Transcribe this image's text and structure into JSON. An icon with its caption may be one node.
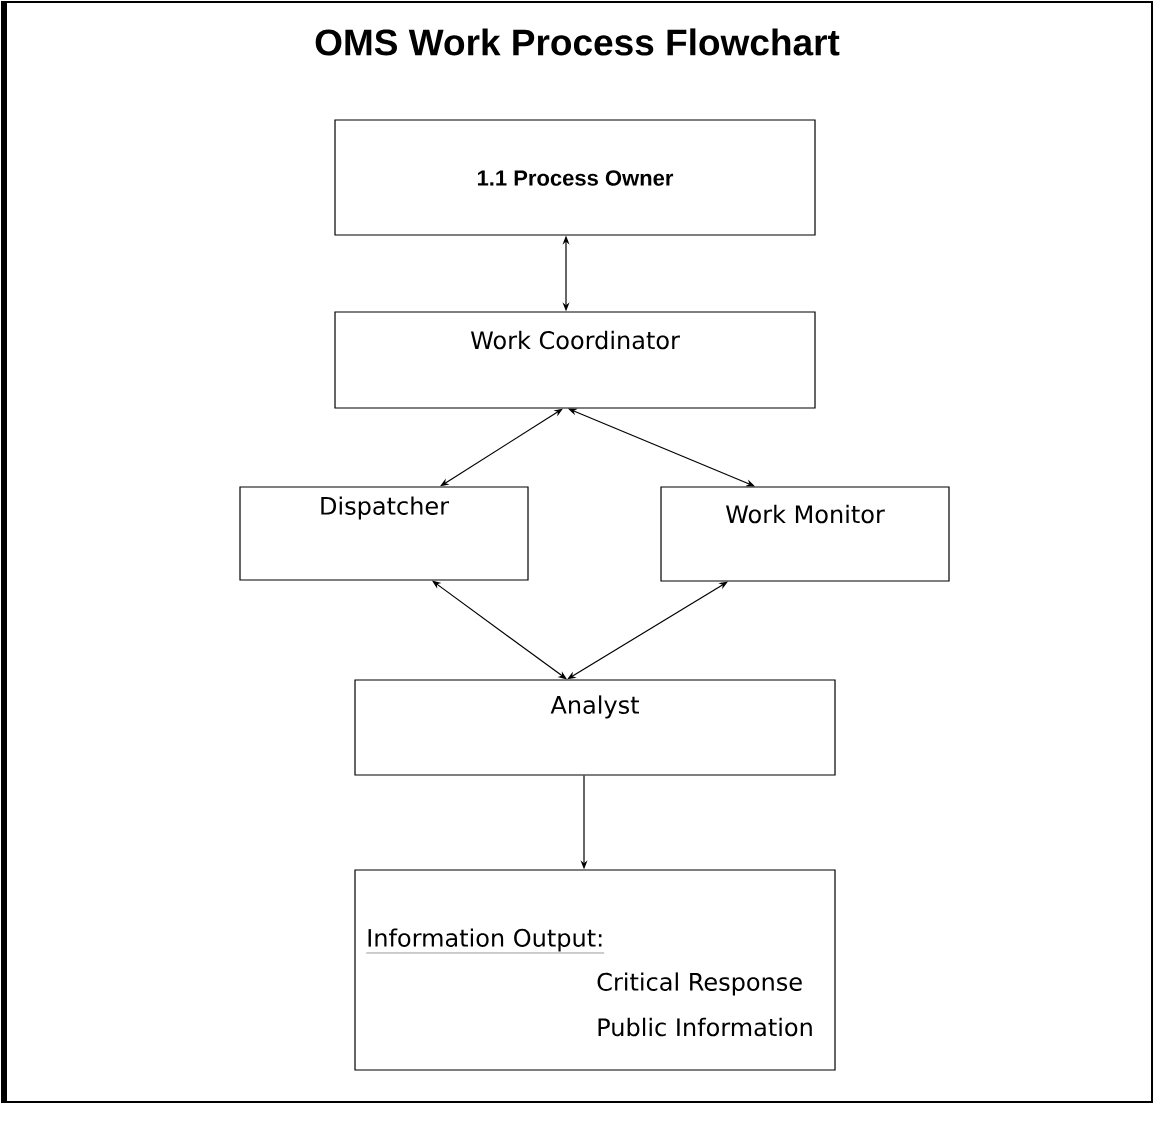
{
  "diagram": {
    "title": "OMS Work Process Flowchart",
    "nodes": [
      {
        "text": [
          "1.1  Process Owner"
        ]
      },
      {
        "text": [
          "Work Coordinator"
        ]
      },
      {
        "text": [
          "Dispatcher"
        ]
      },
      {
        "text": [
          "Work Monitor"
        ]
      },
      {
        "text": [
          "Analyst"
        ]
      },
      {
        "text": [
          "Information Output:",
          "Critical Response",
          "Public Information"
        ]
      }
    ],
    "edges": [
      {
        "from": 0,
        "to": 1,
        "arrow": "both"
      },
      {
        "from": 1,
        "to": 2,
        "arrow": "both"
      },
      {
        "from": 1,
        "to": 3,
        "arrow": "both"
      },
      {
        "from": 2,
        "to": 4,
        "arrow": "both"
      },
      {
        "from": 3,
        "to": 4,
        "arrow": "both"
      },
      {
        "from": 4,
        "to": 5,
        "arrow": "to"
      }
    ]
  }
}
